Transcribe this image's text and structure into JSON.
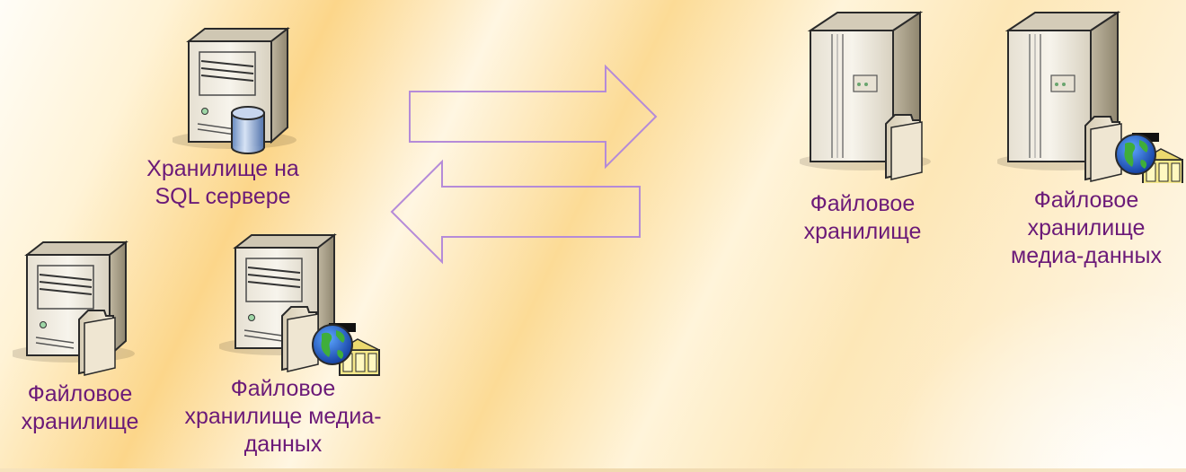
{
  "nodes": {
    "sql_storage": {
      "line1": "Хранилище на",
      "line2": "SQL сервере",
      "icon": "database-server-icon"
    },
    "left_file_storage": {
      "line1": "Файловое",
      "line2": "хранилище",
      "icon": "file-server-icon"
    },
    "left_media_storage": {
      "line1": "Файловое",
      "line2": "хранилище медиа-",
      "line3": "данных",
      "icon": "media-server-icon"
    },
    "right_file_storage": {
      "line1": "Файловое",
      "line2": "хранилище",
      "icon": "file-server-icon"
    },
    "right_media_storage": {
      "line1": "Файловое",
      "line2": "хранилище",
      "line3": "медиа-данных",
      "icon": "media-server-icon"
    }
  },
  "colors": {
    "label": "#6b1a78",
    "arrow": "#b58bd8"
  }
}
